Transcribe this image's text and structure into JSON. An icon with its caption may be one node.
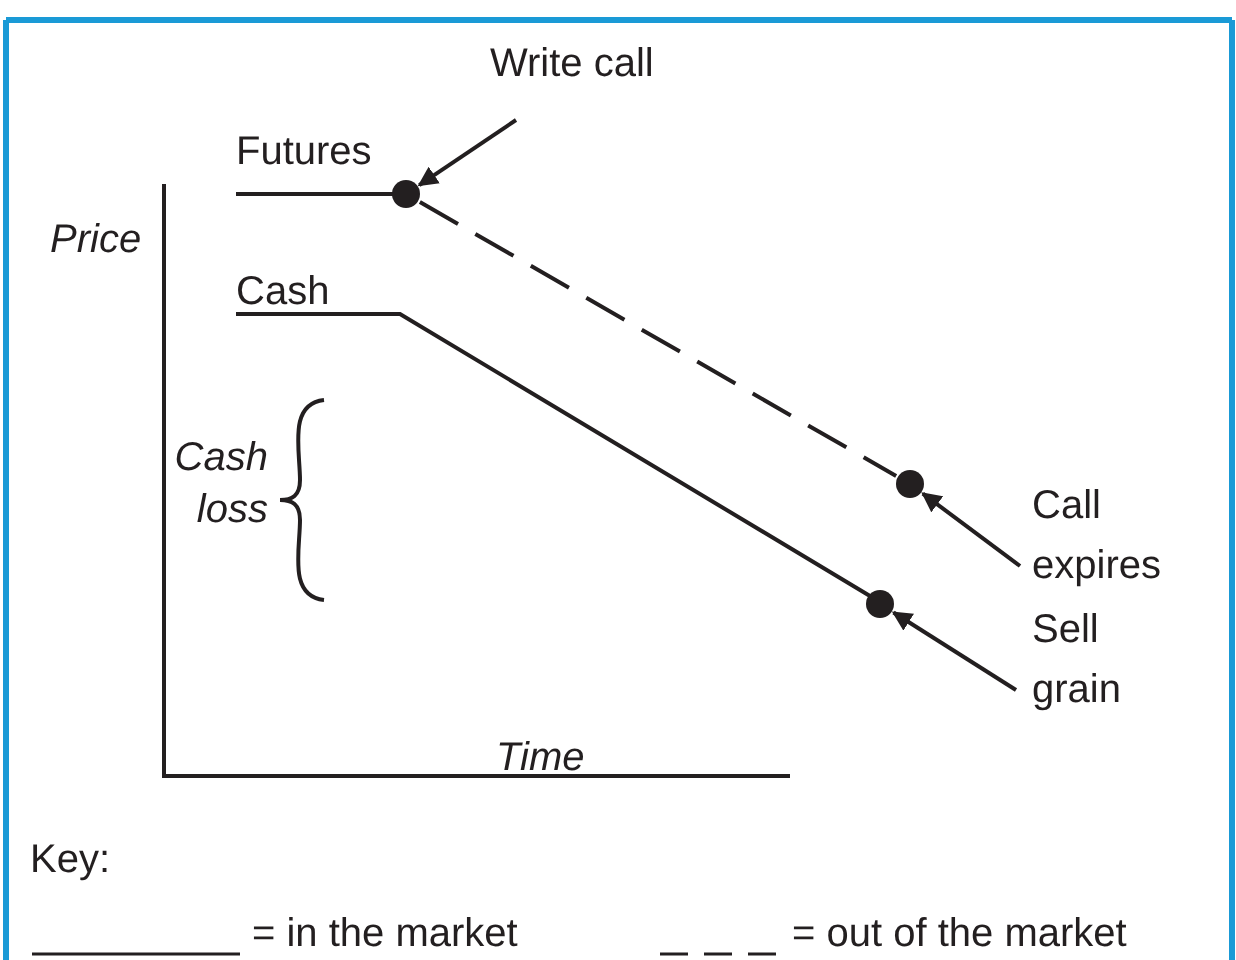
{
  "diagram": {
    "nodes": [
      {
        "text": [
          "Write call"
        ]
      },
      {
        "text": [],
        "shape": "circle"
      },
      {
        "text": [
          "Call expires"
        ]
      },
      {
        "text": [],
        "shape": "circle"
      },
      {
        "text": [
          "Sell grain"
        ]
      },
      {
        "text": [],
        "shape": "circle"
      }
    ],
    "edges": [
      {
        "from": 0,
        "to": 1,
        "arrow": "to"
      },
      {
        "from": 1,
        "to": 3,
        "arrow": "none",
        "style": "dashed"
      },
      {
        "from": 2,
        "to": 3,
        "arrow": "to"
      },
      {
        "from": 4,
        "to": 5,
        "arrow": "to"
      }
    ],
    "labels": [
      "Futures",
      "Price",
      "Cash",
      "Cash loss",
      "Time",
      "Key:"
    ],
    "legend": [
      {
        "text": "= in the market"
      },
      {
        "text": "= out of the market"
      }
    ]
  }
}
